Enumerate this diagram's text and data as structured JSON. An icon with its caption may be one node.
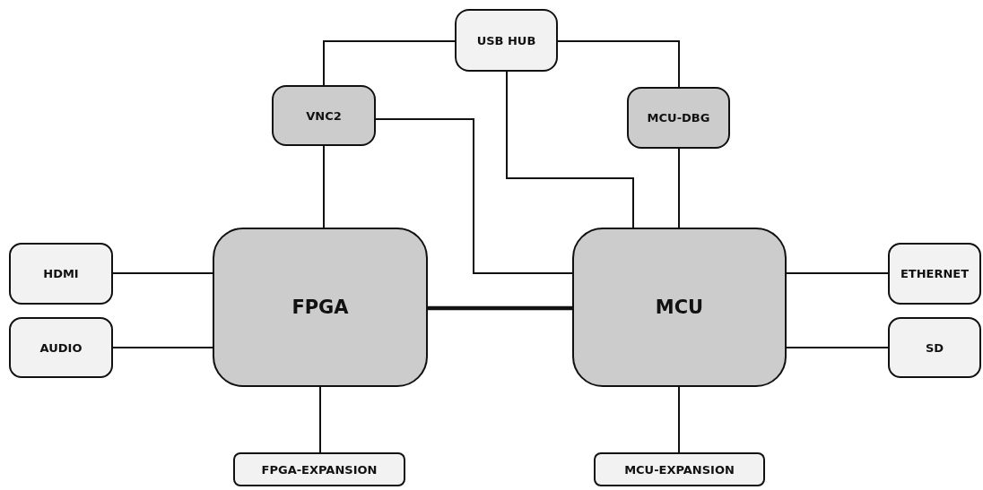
{
  "diagram": {
    "nodes": [
      {
        "text": [
          "USB HUB"
        ]
      },
      {
        "text": [
          "VNC2"
        ]
      },
      {
        "text": [
          "MCU-DBG"
        ]
      },
      {
        "text": [
          "HDMI"
        ]
      },
      {
        "text": [
          "FPGA"
        ]
      },
      {
        "text": [
          "MCU"
        ]
      },
      {
        "text": [
          "ETHERNET"
        ]
      },
      {
        "text": [
          "AUDIO"
        ]
      },
      {
        "text": [
          "SD"
        ]
      },
      {
        "text": [
          "FPGA-EXPANSION"
        ]
      },
      {
        "text": [
          "MCU-EXPANSION"
        ]
      }
    ],
    "edges": [
      {
        "from": 0,
        "to": 1,
        "arrow": "none"
      },
      {
        "from": 0,
        "to": 2,
        "arrow": "none"
      },
      {
        "from": 0,
        "to": 5,
        "arrow": "none"
      },
      {
        "from": 1,
        "to": 4,
        "arrow": "none"
      },
      {
        "from": 1,
        "to": 5,
        "arrow": "none"
      },
      {
        "from": 2,
        "to": 5,
        "arrow": "none"
      },
      {
        "from": 4,
        "to": 5,
        "arrow": "none",
        "style": "thick"
      },
      {
        "from": 3,
        "to": 4,
        "arrow": "none"
      },
      {
        "from": 7,
        "to": 4,
        "arrow": "none"
      },
      {
        "from": 5,
        "to": 6,
        "arrow": "none"
      },
      {
        "from": 5,
        "to": 8,
        "arrow": "none"
      },
      {
        "from": 4,
        "to": 9,
        "arrow": "none"
      },
      {
        "from": 5,
        "to": 10,
        "arrow": "none"
      }
    ]
  }
}
